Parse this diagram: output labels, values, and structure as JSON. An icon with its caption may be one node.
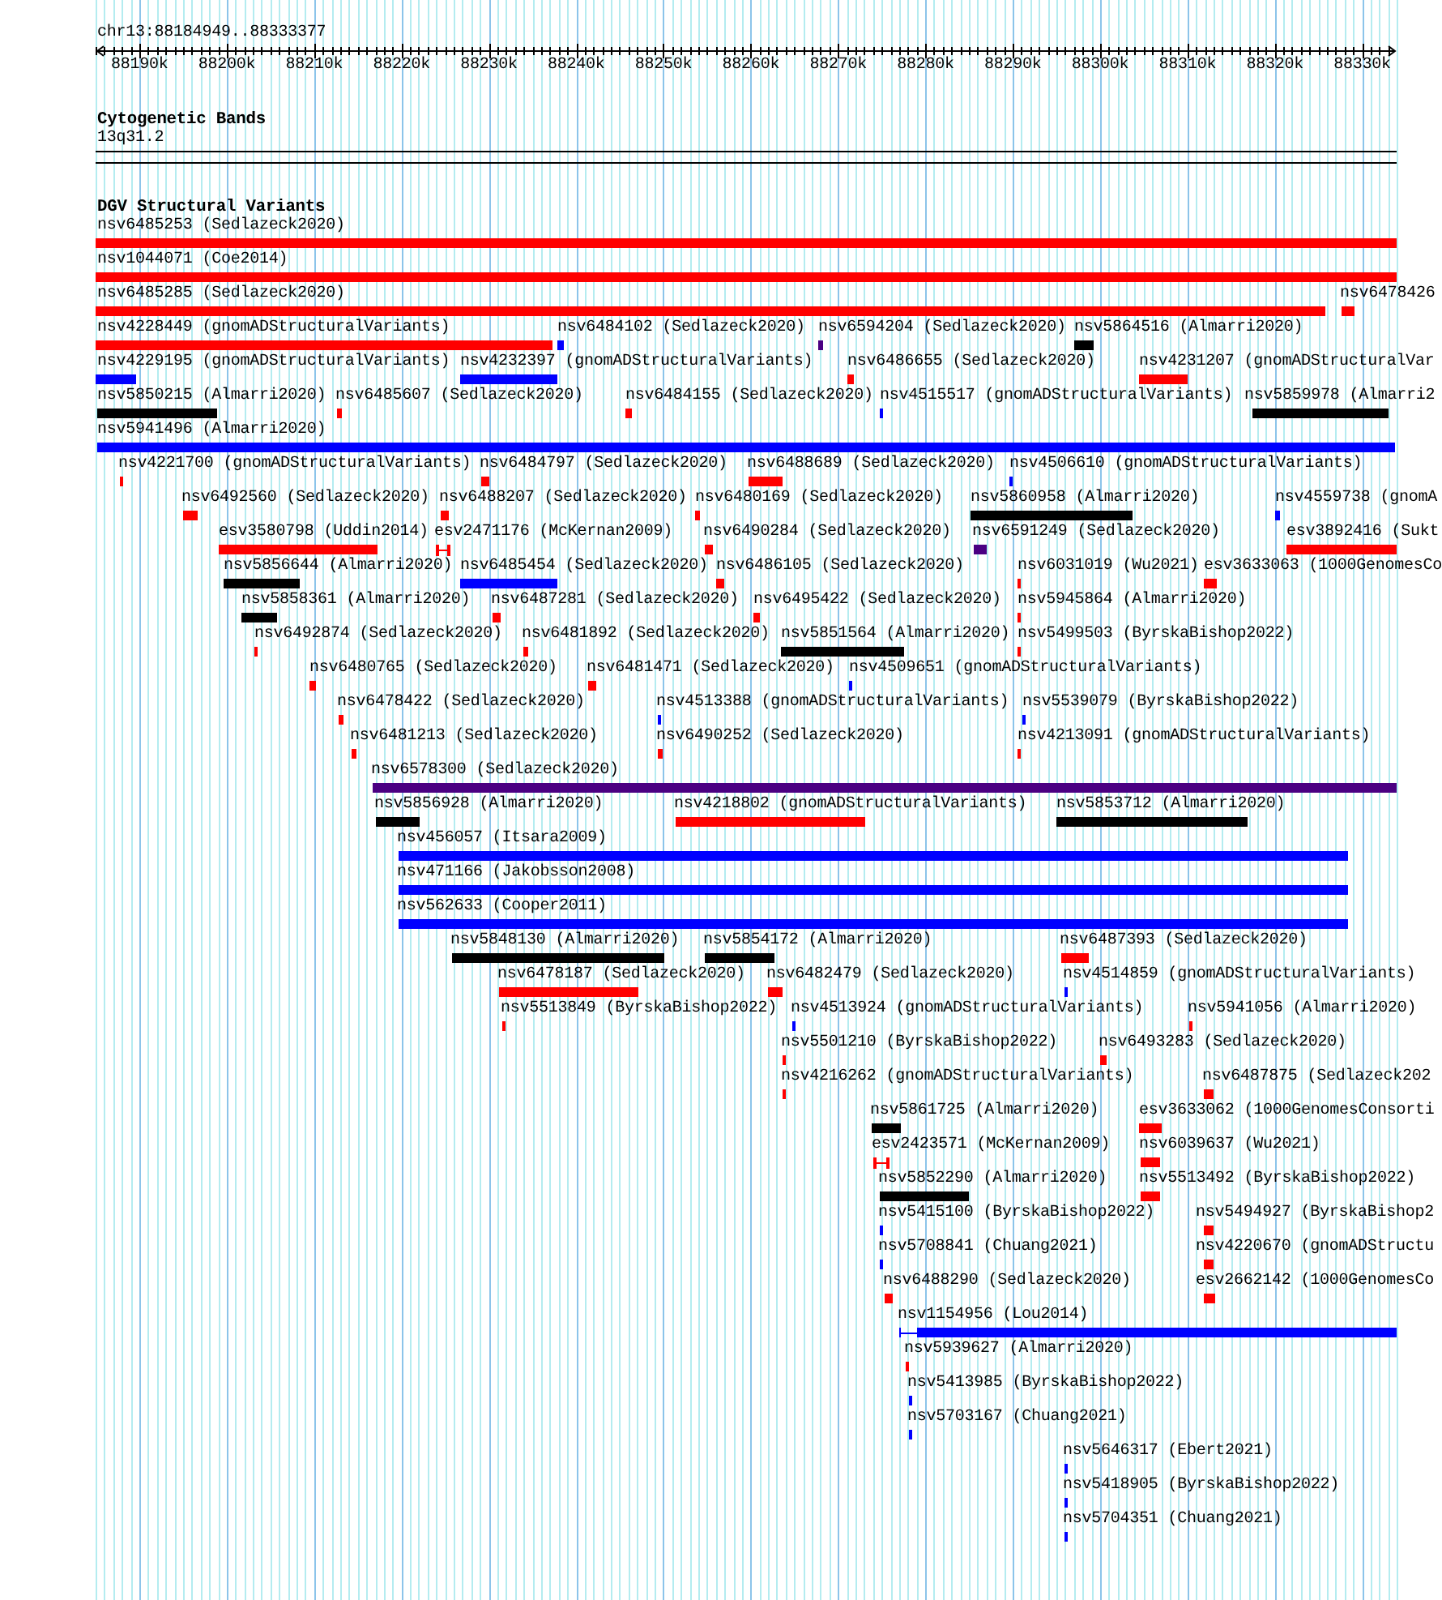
{
  "diagram": {
    "labels": [
      "chr13:88184949..88333377",
      "88190k",
      "88200k",
      "88210k",
      "88220k",
      "88230k",
      "88240k",
      "88250k",
      "88260k",
      "88270k",
      "88280k",
      "88290k",
      "88300k",
      "88310k",
      "88320k",
      "88330k",
      "Cytogenetic Bands",
      "13q31.2",
      "DGV Structural Variants",
      "nsv6485253 (Sedlazeck2020)",
      "nsv1044071 (Coe2014)",
      "nsv6485285 (Sedlazeck2020)",
      "nsv6478426",
      "nsv4228449 (gnomADStructuralVariants)",
      "nsv6484102 (Sedlazeck2020)",
      "nsv6594204 (Sedlazeck2020)",
      "nsv5864516 (Almarri2020)",
      "nsv4229195 (gnomADStructuralVariants)",
      "nsv4232397 (gnomADStructuralVariants)",
      "nsv6486655 (Sedlazeck2020)",
      "nsv4231207 (gnomADStructuralVar",
      "nsv5850215 (Almarri2020)",
      "nsv6485607 (Sedlazeck2020)",
      "nsv6484155 (Sedlazeck2020)",
      "nsv4515517 (gnomADStructuralVariants)",
      "nsv5859978 (Almarri2",
      "nsv5941496 (Almarri2020)",
      "nsv4221700 (gnomADStructuralVariants)",
      "nsv6484797 (Sedlazeck2020)",
      "nsv6488689 (Sedlazeck2020)",
      "nsv4506610 (gnomADStructuralVariants)",
      "nsv6492560 (Sedlazeck2020)",
      "nsv6488207 (Sedlazeck2020)",
      "nsv6480169 (Sedlazeck2020)",
      "nsv5860958 (Almarri2020)",
      "nsv4559738 (gnomA",
      "esv3580798 (Uddin2014)",
      "esv2471176 (McKernan2009)",
      "nsv6490284 (Sedlazeck2020)",
      "nsv6591249 (Sedlazeck2020)",
      "esv3892416 (Sukt",
      "nsv5856644 (Almarri2020)",
      "nsv6485454 (Sedlazeck2020)",
      "nsv6486105 (Sedlazeck2020)",
      "nsv6031019 (Wu2021)",
      "esv3633063 (1000GenomesCo",
      "nsv5858361 (Almarri2020)",
      "nsv6487281 (Sedlazeck2020)",
      "nsv6495422 (Sedlazeck2020)",
      "nsv5945864 (Almarri2020)",
      "nsv6492874 (Sedlazeck2020)",
      "nsv6481892 (Sedlazeck2020)",
      "nsv5851564 (Almarri2020)",
      "nsv5499503 (ByrskaBishop2022)",
      "nsv6480765 (Sedlazeck2020)",
      "nsv6481471 (Sedlazeck2020)",
      "nsv4509651 (gnomADStructuralVariants)",
      "nsv6478422 (Sedlazeck2020)",
      "nsv4513388 (gnomADStructuralVariants)",
      "nsv5539079 (ByrskaBishop2022)",
      "nsv6481213 (Sedlazeck2020)",
      "nsv6490252 (Sedlazeck2020)",
      "nsv4213091 (gnomADStructuralVariants)",
      "nsv6578300 (Sedlazeck2020)",
      "nsv5856928 (Almarri2020)",
      "nsv4218802 (gnomADStructuralVariants)",
      "nsv5853712 (Almarri2020)",
      "nsv456057 (Itsara2009)",
      "nsv471166 (Jakobsson2008)",
      "nsv562633 (Cooper2011)",
      "nsv5848130 (Almarri2020)",
      "nsv5854172 (Almarri2020)",
      "nsv6487393 (Sedlazeck2020)",
      "nsv6478187 (Sedlazeck2020)",
      "nsv6482479 (Sedlazeck2020)",
      "nsv4514859 (gnomADStructuralVariants)",
      "nsv5513849 (ByrskaBishop2022)",
      "nsv4513924 (gnomADStructuralVariants)",
      "nsv5941056 (Almarri2020)",
      "nsv5501210 (ByrskaBishop2022)",
      "nsv6493283 (Sedlazeck2020)",
      "nsv4216262 (gnomADStructuralVariants)",
      "nsv6487875 (Sedlazeck202",
      "nsv5861725 (Almarri2020)",
      "esv3633062 (1000GenomesConsorti",
      "esv2423571 (McKernan2009)",
      "nsv6039637 (Wu2021)",
      "nsv5852290 (Almarri2020)",
      "nsv5513492 (ByrskaBishop2022)",
      "nsv5415100 (ByrskaBishop2022)",
      "nsv5494927 (ByrskaBishop2",
      "nsv5708841 (Chuang2021)",
      "nsv4220670 (gnomADStructu",
      "nsv6488290 (Sedlazeck2020)",
      "esv2662142 (1000GenomesCo",
      "nsv1154956 (Lou2014)",
      "nsv5939627 (Almarri2020)",
      "nsv5413985 (ByrskaBishop2022)",
      "nsv5703167 (Chuang2021)",
      "nsv5646317 (Ebert2021)",
      "nsv5418905 (ByrskaBishop2022)",
      "nsv5704351 (Chuang2021)"
    ]
  }
}
